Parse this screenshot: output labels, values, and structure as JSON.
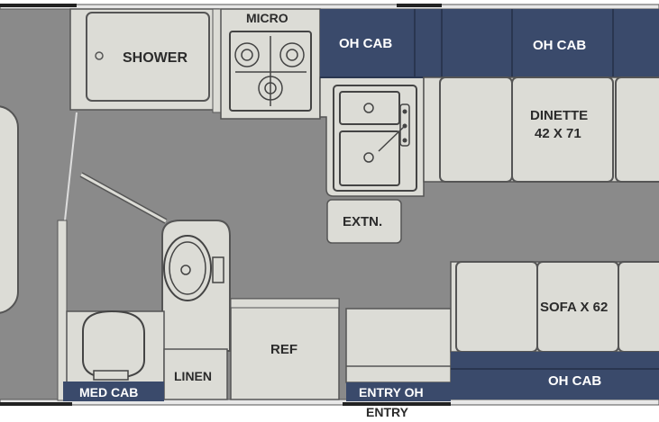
{
  "floorplan": {
    "labels": {
      "shower": "SHOWER",
      "micro": "MICRO",
      "oh_cab_left": "OH CAB",
      "oh_cab_right": "OH CAB",
      "dinette": "DINETTE",
      "dinette_size": "42 X 71",
      "extn": "EXTN.",
      "ref": "REF",
      "linen": "LINEN",
      "med_cab": "MED CAB",
      "sofa": "SOFA X 62",
      "oh_cab_bottom": "OH CAB",
      "entry_oh": "ENTRY OH",
      "entry": "ENTRY"
    },
    "colors": {
      "floor": "#8a8a8a",
      "fixture": "#dcdcd6",
      "cabinet": "#3a4a6b",
      "outline": "#555555"
    }
  }
}
